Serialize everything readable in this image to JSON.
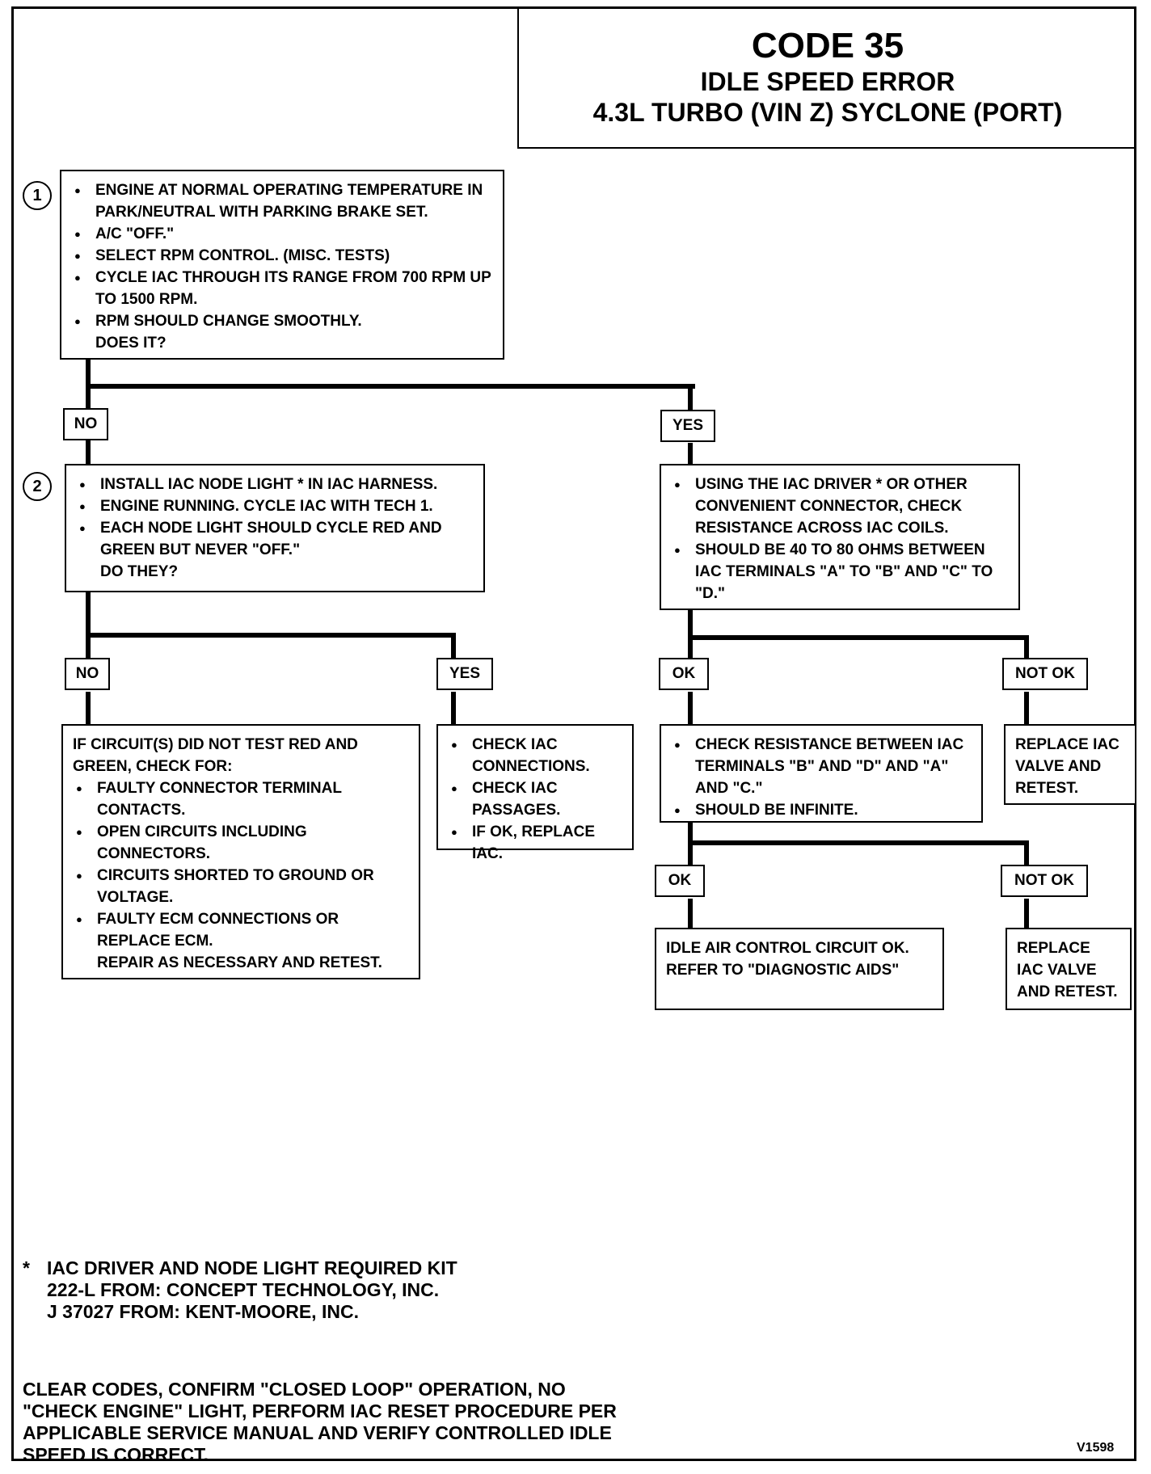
{
  "title": {
    "code": "CODE 35",
    "line1": "IDLE SPEED ERROR",
    "line2": "4.3L TURBO (VIN Z) SYCLONE (PORT)"
  },
  "steps": {
    "step1": {
      "number": "1",
      "bullets": [
        "ENGINE AT NORMAL OPERATING TEMPERATURE IN PARK/NEUTRAL WITH PARKING BRAKE SET.",
        "A/C \"OFF.\"",
        "SELECT RPM CONTROL. (MISC. TESTS)",
        "CYCLE IAC THROUGH ITS RANGE FROM 700 RPM UP TO 1500 RPM.",
        "RPM SHOULD CHANGE SMOOTHLY."
      ],
      "question": "DOES IT?"
    },
    "step2": {
      "number": "2",
      "bullets": [
        "INSTALL IAC NODE LIGHT * IN IAC HARNESS.",
        "ENGINE RUNNING. CYCLE IAC WITH TECH 1.",
        "EACH NODE LIGHT SHOULD CYCLE RED AND GREEN BUT NEVER \"OFF.\""
      ],
      "question": "DO THEY?"
    },
    "resistance_check": {
      "bullets": [
        "USING THE IAC DRIVER * OR OTHER CONVENIENT CONNECTOR, CHECK RESISTANCE ACROSS IAC COILS.",
        "SHOULD BE 40 TO 80 OHMS BETWEEN IAC TERMINALS \"A\" TO \"B\" AND \"C\" TO \"D.\""
      ]
    },
    "circuit_fault": {
      "intro": "IF CIRCUIT(S) DID NOT TEST RED AND GREEN, CHECK FOR:",
      "bullets": [
        "FAULTY CONNECTOR TERMINAL CONTACTS.",
        "OPEN CIRCUITS INCLUDING CONNECTORS.",
        "CIRCUITS SHORTED TO GROUND OR VOLTAGE.",
        "FAULTY ECM CONNECTIONS OR REPLACE ECM."
      ],
      "closing": "REPAIR AS NECESSARY AND RETEST."
    },
    "check_iac": {
      "bullets": [
        "CHECK IAC CONNECTIONS.",
        "CHECK IAC PASSAGES.",
        "IF OK, REPLACE IAC."
      ]
    },
    "infinite_check": {
      "bullets": [
        "CHECK RESISTANCE BETWEEN IAC TERMINALS \"B\" AND \"D\" AND \"A\" AND \"C.\"",
        "SHOULD BE INFINITE."
      ]
    },
    "replace_1": {
      "text": "REPLACE IAC VALVE AND RETEST."
    },
    "circuit_ok": {
      "text": "IDLE AIR CONTROL CIRCUIT OK. REFER TO \"DIAGNOSTIC AIDS\""
    },
    "replace_2": {
      "text": "REPLACE IAC VALVE AND RETEST."
    }
  },
  "labels": {
    "no": "NO",
    "yes": "YES",
    "ok": "OK",
    "not_ok": "NOT OK"
  },
  "footnote": {
    "star": "*",
    "line1": "IAC DRIVER AND NODE LIGHT REQUIRED KIT",
    "line2": "222-L FROM:  CONCEPT TECHNOLOGY, INC.",
    "line3": "J 37027 FROM:  KENT-MOORE, INC."
  },
  "closing_note": {
    "line1": "CLEAR CODES, CONFIRM \"CLOSED LOOP\" OPERATION, NO",
    "line2": "\"CHECK ENGINE\" LIGHT, PERFORM IAC RESET PROCEDURE PER",
    "line3": "APPLICABLE SERVICE MANUAL AND VERIFY CONTROLLED IDLE",
    "line4": "SPEED IS CORRECT."
  },
  "figure_id": "V1598"
}
